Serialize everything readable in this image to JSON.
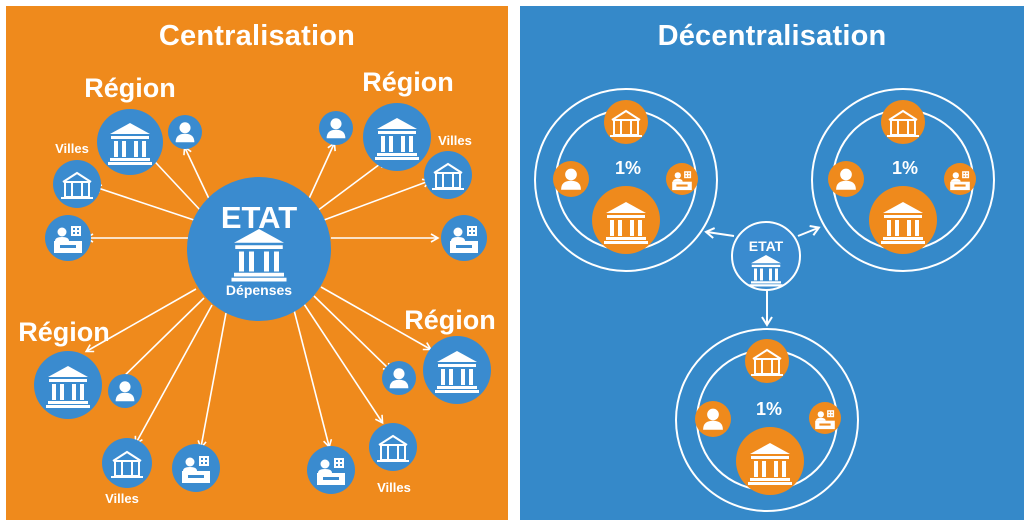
{
  "centralisation": {
    "title": "Centralisation",
    "center": {
      "title": "ETAT",
      "caption": "Dépenses"
    },
    "region_label": "Région",
    "villes_label": "Villes"
  },
  "decentralisation": {
    "title": "Décentralisation",
    "center": {
      "title": "ETAT"
    },
    "share_label": "1%"
  },
  "colors": {
    "orange": "#ef8a1c",
    "blue": "#3589c9",
    "node_blue": "#3a8bcf",
    "node_orange": "#ef8a1c",
    "white": "#ffffff"
  },
  "icons": [
    "bank-icon",
    "person-icon",
    "town-hall-icon",
    "cashier-icon"
  ]
}
